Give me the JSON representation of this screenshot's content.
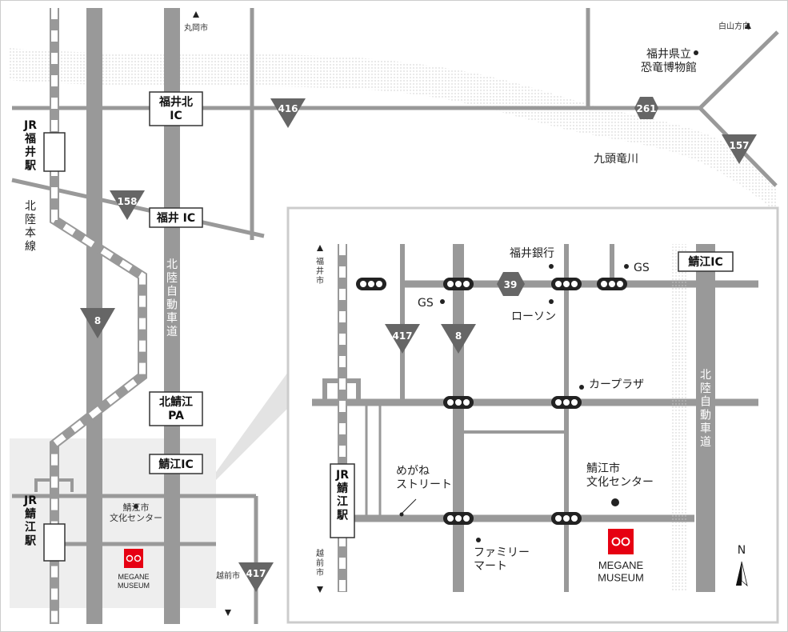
{
  "overview": {
    "direction_hakusan": "白山方向",
    "direction_maruoka": "丸岡市",
    "direction_echizen": "越前市",
    "museum_dino": "福井県立\n恐竜博物館",
    "river": "九頭竜川",
    "station_fukui": "JR\n福\n井\n駅",
    "station_sabae": "JR\n鯖\n江\n駅",
    "hokuriku_line": "北\n陸\n本\n線",
    "expressway": "北\n陸\n自\n動\n車\n道",
    "ic_fukuikita": "福井北\nIC",
    "ic_fukui": "福井 IC",
    "pa_kitasabae": "北鯖江\nPA",
    "ic_sabae": "鯖江IC",
    "sabae_center": "鯖江市\n文化センター",
    "routes": [
      "416",
      "261",
      "157",
      "158",
      "8",
      "417"
    ],
    "museum_name": "MEGANE\nMUSEUM"
  },
  "detail": {
    "direction_fukui": "福\n井\n市",
    "direction_echizen": "越\n前\n市",
    "station": "JR\n鯖\n江\n駅",
    "expressway": "北\n陸\n自\n動\n車\n道",
    "ic_sabae": "鯖江IC",
    "routes": [
      "39",
      "417",
      "8"
    ],
    "bank": "福井銀行",
    "gs1": "GS",
    "gs2": "GS",
    "lawson": "ローソン",
    "carplaza": "カープラザ",
    "megane_street": "めがね\nストリート",
    "culture_center": "鯖江市\n文化センター",
    "familymart": "ファミリー\nマート",
    "museum_name": "MEGANE\nMUSEUM",
    "north": "N"
  },
  "colors": {
    "road": "#999999",
    "shield": "#666666",
    "panel_border": "#cccccc",
    "highlight": "#eeeeee",
    "brand_red": "#e60012"
  }
}
